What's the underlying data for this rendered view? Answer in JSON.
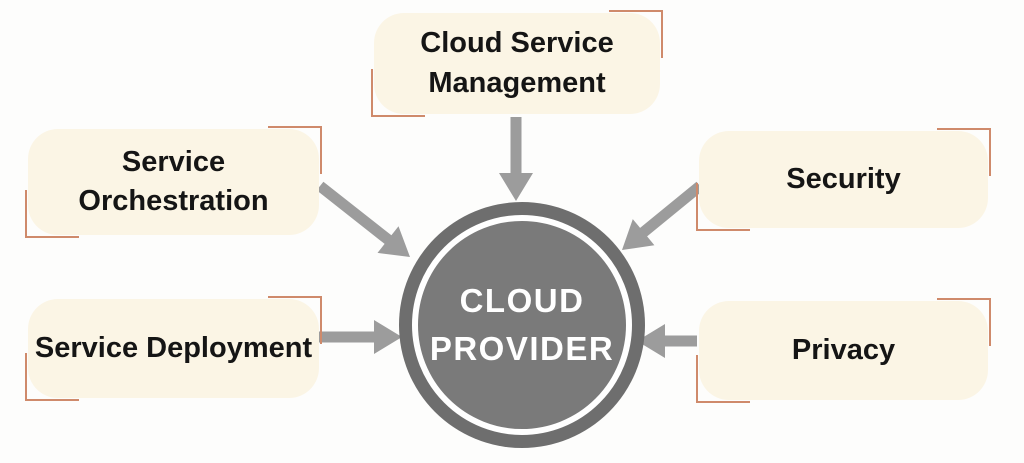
{
  "diagram_type": "hub-and-spoke",
  "center": {
    "id": "cloud-provider",
    "line1": "CLOUD",
    "line2": "PROVIDER"
  },
  "nodes": [
    {
      "id": "cloud-service-management",
      "label": "Cloud Service Management",
      "position": "top"
    },
    {
      "id": "service-orchestration",
      "label": "Service Orchestration",
      "position": "left-upper"
    },
    {
      "id": "service-deployment",
      "label": "Service Deployment",
      "position": "left-lower"
    },
    {
      "id": "security",
      "label": "Security",
      "position": "right-upper"
    },
    {
      "id": "privacy",
      "label": "Privacy",
      "position": "right-lower"
    }
  ],
  "arrows": [
    {
      "from": "cloud-service-management",
      "to": "cloud-provider"
    },
    {
      "from": "service-orchestration",
      "to": "cloud-provider"
    },
    {
      "from": "service-deployment",
      "to": "cloud-provider"
    },
    {
      "from": "security",
      "to": "cloud-provider"
    },
    {
      "from": "privacy",
      "to": "cloud-provider"
    }
  ],
  "colors": {
    "bg": "#fdfdfc",
    "box-fill": "#fbf5e5",
    "box-text": "#151515",
    "bracket": "#cf8a6b",
    "arrow": "#9c9c9c",
    "circle-outer": "#6e6e6e",
    "circle-inner": "#7a7a7a",
    "ring": "#ffffff",
    "circle-text": "#ffffff"
  }
}
